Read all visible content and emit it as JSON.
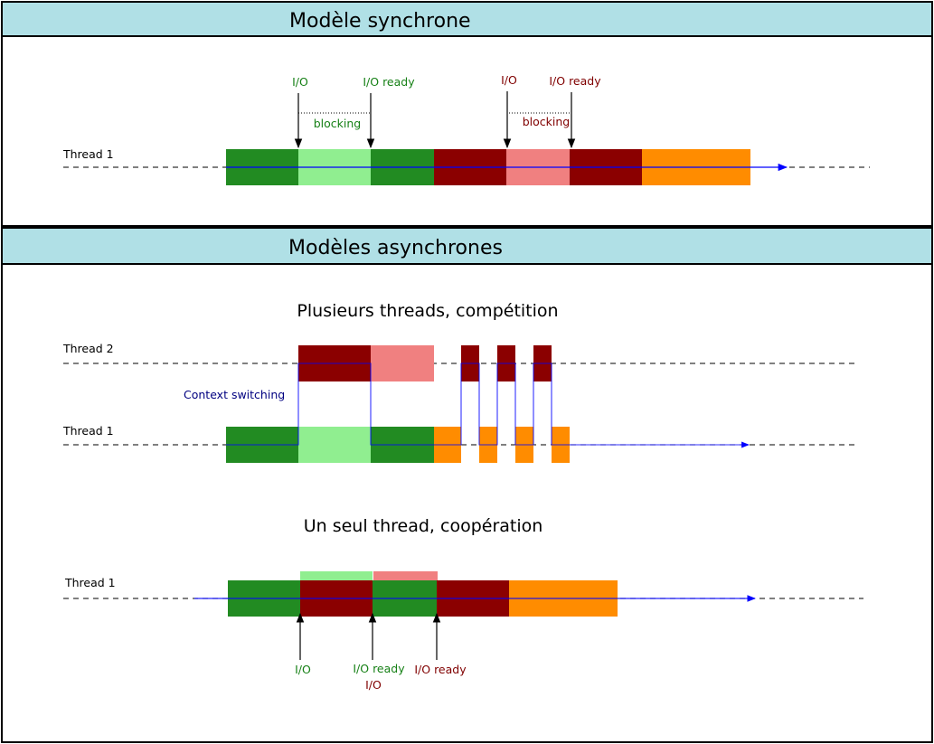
{
  "sections": {
    "sync": {
      "title": "Modèle synchrone"
    },
    "async": {
      "title": "Modèles asynchrones"
    }
  },
  "sync_timeline": {
    "thread_label": "Thread 1",
    "io_1": "I/O",
    "io_ready_1": "I/O ready",
    "blocking_1": "blocking",
    "io_2": "I/O",
    "io_ready_2": "I/O ready",
    "blocking_2": "blocking"
  },
  "multi_thread": {
    "subtitle": "Plusieurs threads, compétition",
    "thread2_label": "Thread 2",
    "thread1_label": "Thread 1",
    "context_label": "Context switching"
  },
  "single_thread": {
    "subtitle": "Un seul thread, coopération",
    "thread_label": "Thread 1",
    "io_1": "I/O",
    "io_ready_1": "I/O ready",
    "io_2": "I/O",
    "io_ready_2": "I/O ready"
  },
  "colors": {
    "task_a": "#228b22",
    "task_a_blocked": "#90ee90",
    "task_b": "#8b0000",
    "task_b_blocked": "#f08080",
    "task_c": "#ff8c00",
    "header_bg": "#b0e0e6",
    "flow_line": "#0000ff"
  }
}
